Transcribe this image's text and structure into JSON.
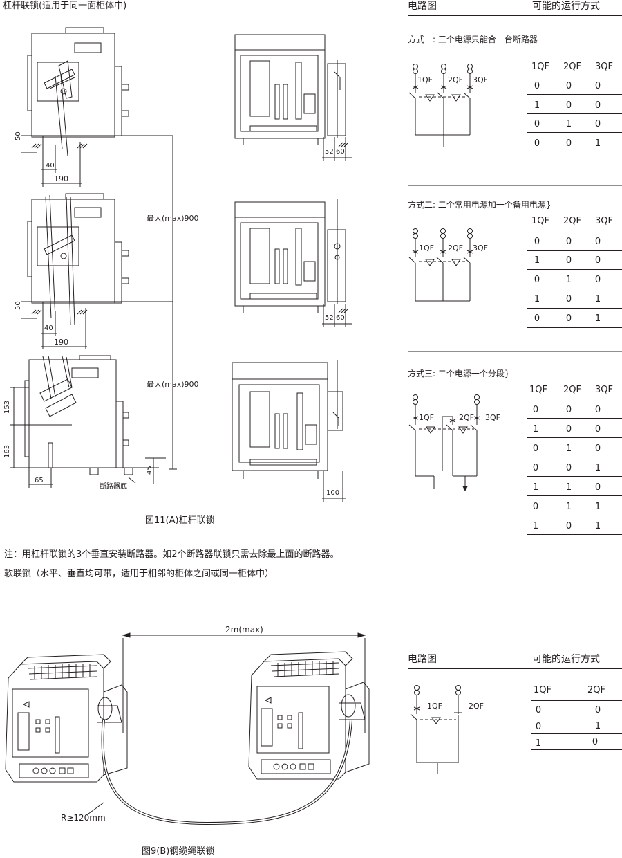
{
  "top_title": "杠杆联锁(适用于同一面柜体中)",
  "circuit_header": "电路图",
  "modes_header": "可能的运行方式",
  "dims": {
    "d50": "50",
    "d40": "40",
    "d190": "190",
    "d52": "52",
    "d60": "60",
    "max900": "最大(max)900",
    "d153": "153",
    "d163": "163",
    "d65": "65",
    "d45": "45",
    "d100": "100",
    "base": "断路器底"
  },
  "fig_a_caption": "图11(A)杠杆联锁",
  "note_line1": "注：用杠杆联锁的3个垂直安装断路器。如2个断路器联锁只需去除最上面的断路器。",
  "note_line2": "软联锁（水平、垂直均可带，适用于相邻的柜体之间或同一柜体中）",
  "breakers": {
    "q1": "1QF",
    "q2": "2QF",
    "q3": "3QF"
  },
  "mode1": {
    "title": "方式一:  三个电源只能合一台断路器",
    "headers": [
      "1QF",
      "2QF",
      "3QF"
    ],
    "rows": [
      [
        "0",
        "0",
        "0"
      ],
      [
        "1",
        "0",
        "0"
      ],
      [
        "0",
        "1",
        "0"
      ],
      [
        "0",
        "0",
        "1"
      ]
    ]
  },
  "mode2": {
    "title": "方式二: 二个常用电源加一个备用电源}",
    "headers": [
      "1QF",
      "2QF",
      "3QF"
    ],
    "rows": [
      [
        "0",
        "0",
        "0"
      ],
      [
        "1",
        "0",
        "0"
      ],
      [
        "0",
        "1",
        "0"
      ],
      [
        "1",
        "0",
        "1"
      ],
      [
        "0",
        "0",
        "1"
      ]
    ]
  },
  "mode3": {
    "title": "方式三:  二个电源一个分段}",
    "headers": [
      "1QF",
      "2QF",
      "3QF"
    ],
    "rows": [
      [
        "0",
        "0",
        "0"
      ],
      [
        "1",
        "0",
        "0"
      ],
      [
        "0",
        "1",
        "0"
      ],
      [
        "0",
        "0",
        "1"
      ],
      [
        "1",
        "1",
        "0"
      ],
      [
        "0",
        "1",
        "1"
      ],
      [
        "1",
        "0",
        "1"
      ]
    ]
  },
  "cable": {
    "length": "2m(max)",
    "radius": "R≥120mm"
  },
  "mode4": {
    "headers": [
      "1QF",
      "2QF"
    ],
    "rows": [
      [
        "0",
        "0"
      ],
      [
        "0",
        "1"
      ],
      [
        "1",
        "0"
      ]
    ]
  },
  "fig_b_caption": "图9(B)钢缆绳联锁"
}
